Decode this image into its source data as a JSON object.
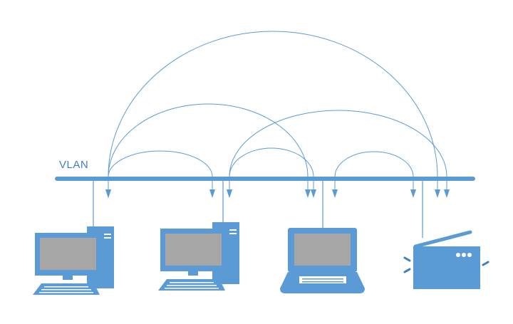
{
  "diagram": {
    "bus_label": "VLAN",
    "colors": {
      "background": "#ffffff",
      "bus": "#5b9bd5",
      "device_fill": "#5b9bd5",
      "device_dark": "#3f7fc0",
      "screen": "#a6a6a6",
      "arc": "#5b9bd5",
      "label": "#3f7fc0"
    },
    "devices": [
      {
        "id": "pc-1",
        "type": "desktop-computer",
        "icon": "desktop-computer-icon"
      },
      {
        "id": "pc-2",
        "type": "desktop-computer",
        "icon": "desktop-computer-icon"
      },
      {
        "id": "laptop",
        "type": "laptop",
        "icon": "laptop-icon"
      },
      {
        "id": "printer",
        "type": "printer",
        "icon": "printer-icon"
      }
    ],
    "broadcasts": [
      {
        "from": "pc-1",
        "to": "pc-2"
      },
      {
        "from": "pc-1",
        "to": "laptop"
      },
      {
        "from": "pc-1",
        "to": "printer"
      },
      {
        "from": "pc-2",
        "to": "laptop"
      },
      {
        "from": "pc-2",
        "to": "printer"
      },
      {
        "from": "laptop",
        "to": "printer"
      }
    ]
  }
}
